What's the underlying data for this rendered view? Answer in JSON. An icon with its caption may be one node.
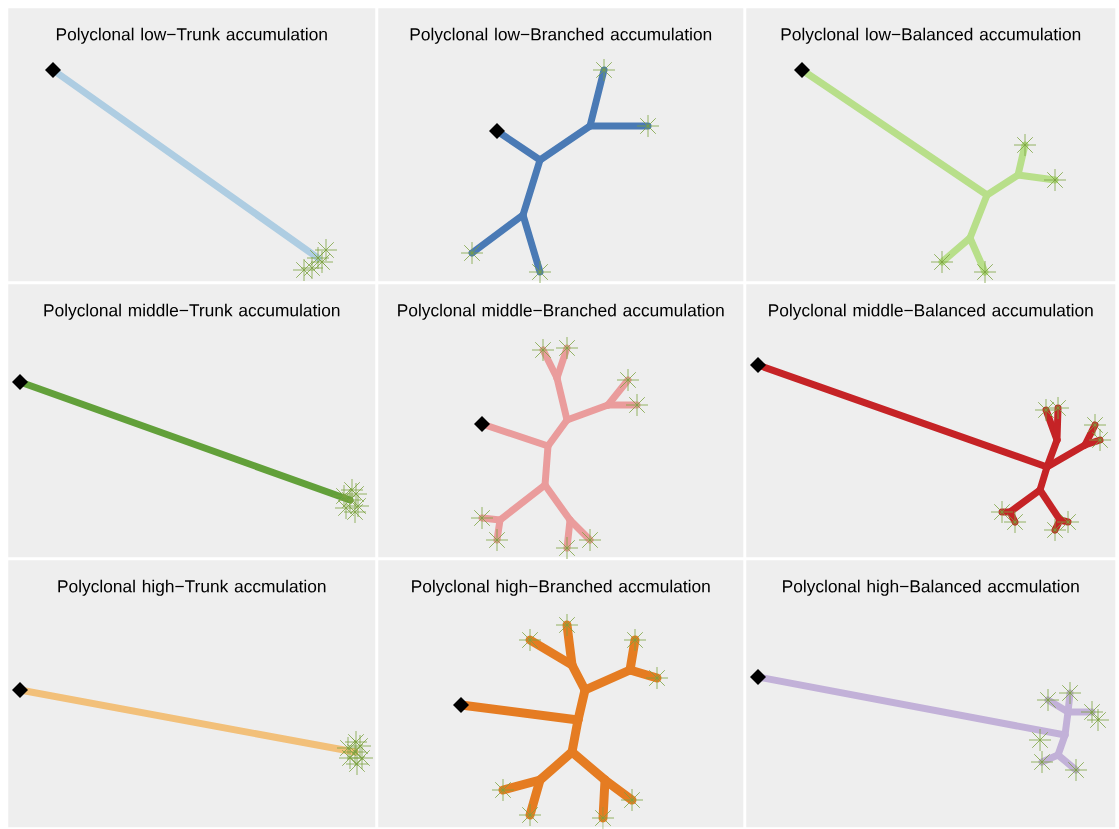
{
  "diagram": {
    "nodes": [
      {
        "text": [
          "Polyclonal low−Trunk accumulation"
        ]
      },
      {
        "text": [
          "Polyclonal low−Branched accumulation"
        ]
      },
      {
        "text": [
          "Polyclonal low−Balanced accumulation"
        ]
      },
      {
        "text": [
          "Polyclonal middle−Trunk accumulation"
        ]
      },
      {
        "text": [
          "Polyclonal middle−Branched accumulation"
        ]
      },
      {
        "text": [
          "Polyclonal middle−Balanced accumulation"
        ]
      },
      {
        "text": [
          "Polyclonal high−Trunk accmulation"
        ]
      },
      {
        "text": [
          "Polyclonal high−Branched accmulation"
        ]
      },
      {
        "text": [
          "Polyclonal high−Balanced accmulation"
        ]
      }
    ]
  }
}
